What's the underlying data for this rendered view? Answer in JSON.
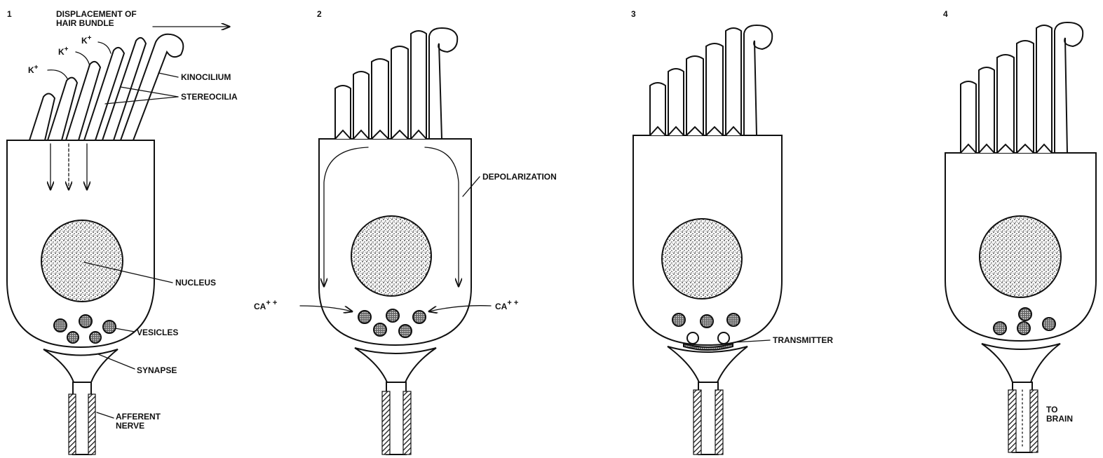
{
  "panels": [
    {
      "number": "1"
    },
    {
      "number": "2"
    },
    {
      "number": "3"
    },
    {
      "number": "4"
    }
  ],
  "labels": {
    "displacement_line1": "DISPLACEMENT OF",
    "displacement_line2": "HAIR BUNDLE",
    "k_ion": "K",
    "k_charge": "+",
    "kinocilium": "KINOCILIUM",
    "stereocilia": "STEREOCILIA",
    "nucleus": "NUCLEUS",
    "vesicles": "VESICLES",
    "synapse": "SYNAPSE",
    "afferent_line1": "AFFERENT",
    "afferent_line2": "NERVE",
    "depolarization": "DEPOLARIZATION",
    "calcium": "CA",
    "calcium_charge": "+ +",
    "transmitter": "TRANSMITTER",
    "to_brain_line1": "TO",
    "to_brain_line2": "BRAIN"
  },
  "colors": {
    "ink": "#111111",
    "paper": "#ffffff"
  }
}
